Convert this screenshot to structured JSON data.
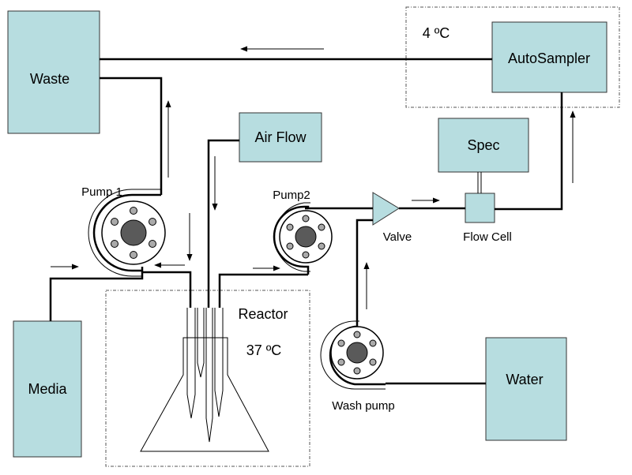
{
  "labels": {
    "waste": "Waste",
    "autosampler": "AutoSampler",
    "air_flow": "Air Flow",
    "spec": "Spec",
    "media": "Media",
    "water": "Water",
    "pump1": "Pump 1",
    "pump2": "Pump2",
    "valve": "Valve",
    "flow_cell": "Flow Cell",
    "reactor": "Reactor",
    "reactor_temp": "37 ºC",
    "cold_temp": "4 ºC",
    "wash_pump": "Wash pump"
  },
  "colors": {
    "box_fill": "#b7dde0",
    "line": "#000000"
  }
}
